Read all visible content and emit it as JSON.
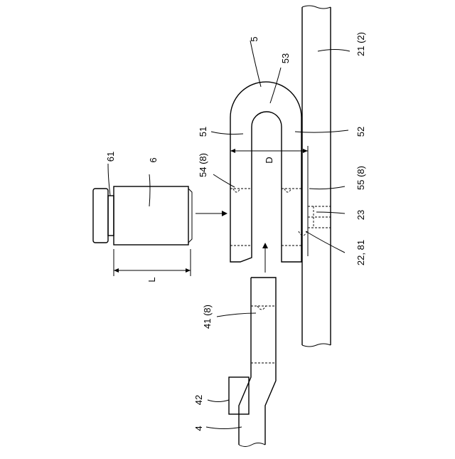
{
  "labels": {
    "assembly": "5",
    "bend": "53",
    "leg_left": "51",
    "leg_right": "52",
    "plate": "21 (2)",
    "depth_marker": "D",
    "hole_left": "54 (8)",
    "hole_right": "55 (8)",
    "part23": "23",
    "part22": "22, 81",
    "pin": "6",
    "pin_head": "61",
    "length_marker": "L",
    "arm_hole": "41 (8)",
    "tab": "42",
    "arm": "4"
  }
}
